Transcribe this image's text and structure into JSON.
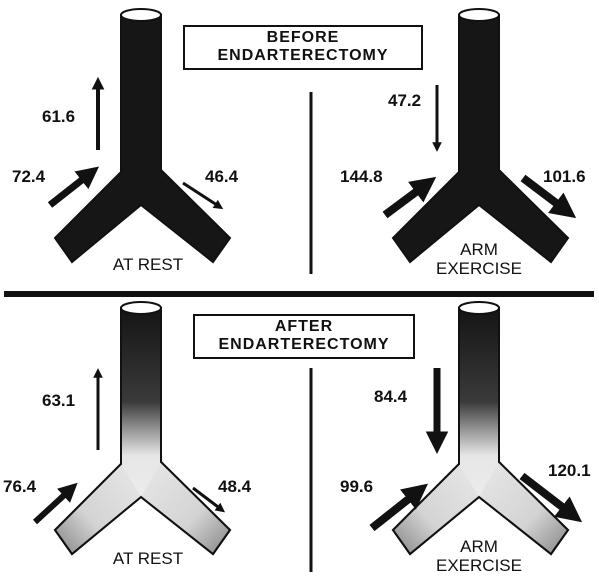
{
  "sections": [
    {
      "title_lines": [
        "BEFORE",
        "ENDARTERECTOMY"
      ],
      "panels": [
        {
          "condition_lines": [
            "AT REST"
          ],
          "upper_value": "61.6",
          "upper_direction": "up",
          "inflow_value": "72.4",
          "branch_value": "46.4",
          "shading": "dark"
        },
        {
          "condition_lines": [
            "ARM",
            "EXERCISE"
          ],
          "upper_value": "47.2",
          "upper_direction": "down",
          "inflow_value": "144.8",
          "branch_value": "101.6",
          "shading": "dark"
        }
      ]
    },
    {
      "title_lines": [
        "AFTER",
        "ENDARTERECTOMY"
      ],
      "panels": [
        {
          "condition_lines": [
            "AT REST"
          ],
          "upper_value": "63.1",
          "upper_direction": "up",
          "inflow_value": "76.4",
          "branch_value": "48.4",
          "shading": "gradient"
        },
        {
          "condition_lines": [
            "ARM",
            "EXERCISE"
          ],
          "upper_value": "84.4",
          "upper_direction": "down",
          "inflow_value": "99.6",
          "branch_value": "120.1",
          "shading": "gradient"
        }
      ]
    }
  ],
  "colors": {
    "ink": "#111111",
    "dark_fill": "#161616",
    "light_fill": "#f2f2f2"
  }
}
